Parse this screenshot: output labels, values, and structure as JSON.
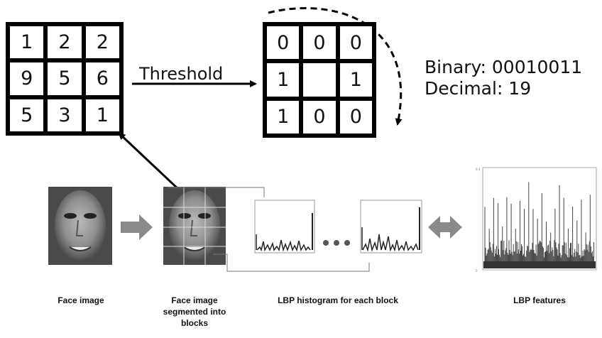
{
  "input_grid": [
    "1",
    "2",
    "2",
    "9",
    "5",
    "6",
    "5",
    "3",
    "1"
  ],
  "output_grid": [
    "0",
    "0",
    "0",
    "1",
    "",
    "1",
    "1",
    "0",
    "0"
  ],
  "threshold_label": "Threshold",
  "binary_text": "Binary: 00010011",
  "decimal_text": "Decimal: 19",
  "captions": {
    "face_image": "Face image",
    "segmented": "Face image segmented into blocks",
    "histogram": "LBP histogram for each block",
    "features": "LBP features"
  },
  "ellipsis_dots": "• • •",
  "colors": {
    "grid": "#000000",
    "arrow_gray": "#8a8a8a"
  }
}
